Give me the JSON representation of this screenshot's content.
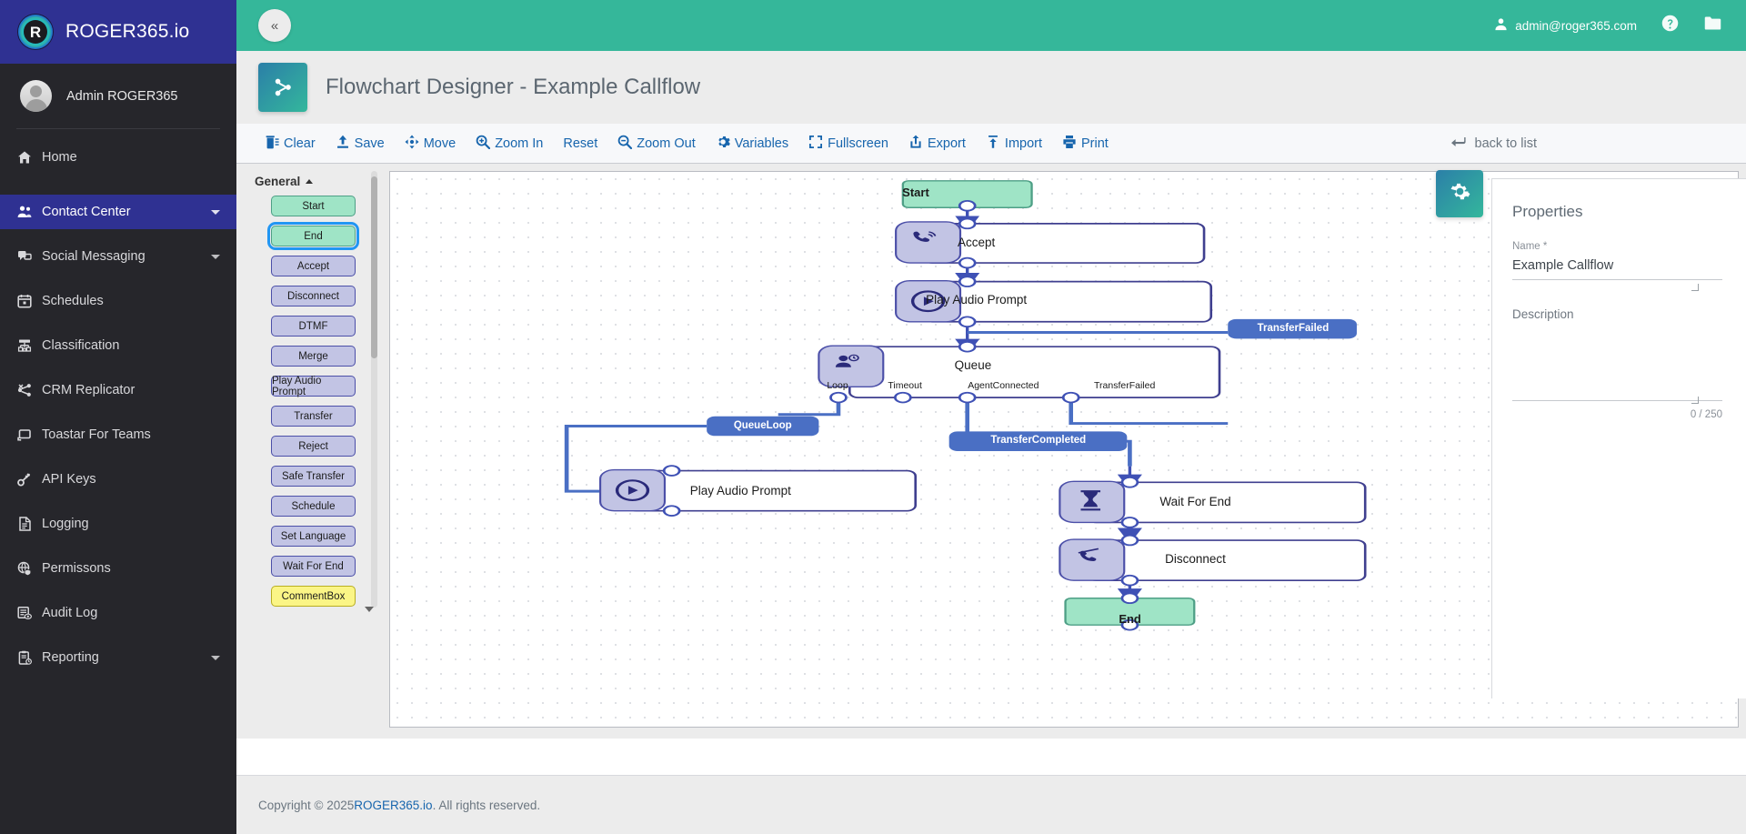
{
  "brand": {
    "name": "ROGER365.io",
    "logo_icon": "roger-logo-icon"
  },
  "user": {
    "name": "Admin ROGER365",
    "avatar_icon": "avatar-icon"
  },
  "sidebar": {
    "items": [
      {
        "label": "Home",
        "icon": "home-icon",
        "active": false,
        "caret": false
      },
      {
        "label": "Contact Center",
        "icon": "users-icon",
        "active": true,
        "caret": true
      },
      {
        "label": "Social Messaging",
        "icon": "chat-icon",
        "active": false,
        "caret": true
      },
      {
        "label": "Schedules",
        "icon": "calendar-icon",
        "active": false,
        "caret": false
      },
      {
        "label": "Classification",
        "icon": "hierarchy-icon",
        "active": false,
        "caret": false
      },
      {
        "label": "CRM Replicator",
        "icon": "replicator-icon",
        "active": false,
        "caret": false
      },
      {
        "label": "Toastar For Teams",
        "icon": "toast-icon",
        "active": false,
        "caret": false
      },
      {
        "label": "API Keys",
        "icon": "key-icon",
        "active": false,
        "caret": false
      },
      {
        "label": "Logging",
        "icon": "document-icon",
        "active": false,
        "caret": false
      },
      {
        "label": "Permissons",
        "icon": "globe-shield-icon",
        "active": false,
        "caret": false
      },
      {
        "label": "Audit Log",
        "icon": "audit-icon",
        "active": false,
        "caret": false
      },
      {
        "label": "Reporting",
        "icon": "clipboard-icon",
        "active": false,
        "caret": true
      }
    ]
  },
  "topbar": {
    "collapse_icon": "chevron-double-left-icon",
    "account_email": "admin@roger365.com",
    "account_icon": "person-icon",
    "help_icon": "help-circle-icon",
    "folder_icon": "folder-icon"
  },
  "page": {
    "title": "Flowchart Designer - Example Callflow",
    "icon": "flowchart-icon"
  },
  "toolbar": {
    "buttons": [
      {
        "label": "Clear",
        "icon": "trash-icon"
      },
      {
        "label": "Save",
        "icon": "upload-save-icon"
      },
      {
        "label": "Move",
        "icon": "move-arrows-icon"
      },
      {
        "label": "Zoom In",
        "icon": "zoom-in-icon"
      },
      {
        "label": "Reset",
        "icon": "none"
      },
      {
        "label": "Zoom Out",
        "icon": "zoom-out-icon"
      },
      {
        "label": "Variables",
        "icon": "gear-icon"
      },
      {
        "label": "Fullscreen",
        "icon": "fullscreen-icon"
      },
      {
        "label": "Export",
        "icon": "export-icon"
      },
      {
        "label": "Import",
        "icon": "import-icon"
      },
      {
        "label": "Print",
        "icon": "printer-icon"
      }
    ],
    "back_to_list": "back to list",
    "back_icon": "arrow-left-enter-icon"
  },
  "palette": {
    "group_title": "General",
    "collapse_icon": "caret-up-icon",
    "items": [
      {
        "label": "Start",
        "style": "green",
        "selected": false
      },
      {
        "label": "End",
        "style": "green",
        "selected": true
      },
      {
        "label": "Accept",
        "style": "blue",
        "selected": false
      },
      {
        "label": "Disconnect",
        "style": "blue",
        "selected": false
      },
      {
        "label": "DTMF",
        "style": "blue",
        "selected": false
      },
      {
        "label": "Merge",
        "style": "blue",
        "selected": false
      },
      {
        "label": "Play Audio Prompt",
        "style": "blue",
        "selected": false
      },
      {
        "label": "Transfer",
        "style": "blue",
        "selected": false
      },
      {
        "label": "Reject",
        "style": "blue",
        "selected": false
      },
      {
        "label": "Safe Transfer",
        "style": "blue",
        "selected": false
      },
      {
        "label": "Schedule",
        "style": "blue",
        "selected": false
      },
      {
        "label": "Set Language",
        "style": "blue",
        "selected": false
      },
      {
        "label": "Wait For End",
        "style": "blue",
        "selected": false
      },
      {
        "label": "CommentBox",
        "style": "yellow",
        "selected": false
      }
    ]
  },
  "flowchart": {
    "nodes": {
      "start": "Start",
      "accept": "Accept",
      "play_audio_1": "Play Audio Prompt",
      "queue": "Queue",
      "play_audio_2": "Play Audio Prompt",
      "wait_for_end": "Wait For End",
      "disconnect": "Disconnect",
      "end": "End"
    },
    "queue_ports": [
      "Loop",
      "Timeout",
      "AgentConnected",
      "TransferFailed"
    ],
    "edge_labels": {
      "transfer_failed": "TransferFailed",
      "queue_loop": "QueueLoop",
      "transfer_completed": "TransferCompleted"
    },
    "node_icons": {
      "accept": "phone-ring-icon",
      "play_audio": "play-circle-icon",
      "queue": "person-clock-icon",
      "wait_for_end": "hourglass-icon",
      "disconnect": "phone-hangup-icon"
    }
  },
  "properties": {
    "panel_title": "Properties",
    "gear_icon": "gear-icon",
    "name_label": "Name *",
    "name_value": "Example Callflow",
    "description_label": "Description",
    "description_value": "",
    "counter": "0 / 250"
  },
  "footer": {
    "copyright_prefix": "Copyright © 2025 ",
    "link": "ROGER365.io",
    "copyright_suffix": ". All rights reserved."
  },
  "colors": {
    "brand_blue": "#2f3192",
    "accent_teal": "#35b79a",
    "toolbar_link": "#1765ad",
    "node_blue": "#4b4fa8",
    "node_green": "#9fe4c6",
    "edge_label": "#4a6fc4"
  }
}
